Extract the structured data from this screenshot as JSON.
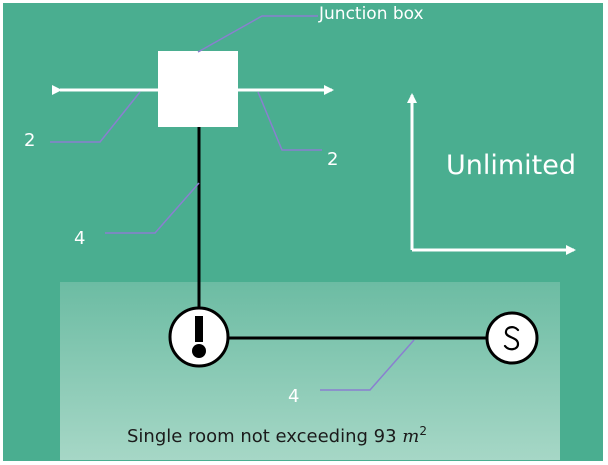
{
  "labels": {
    "junction_box": "Junction box",
    "left_conductors": "2",
    "right_conductors": "2",
    "vertical_conductors": "4",
    "horizontal_conductors": "4",
    "unlimited": "Unlimited"
  },
  "room": {
    "caption_text": "Single room not exceeding 93 ",
    "caption_unit": "m",
    "caption_exponent": "2"
  },
  "colors": {
    "background": "#4aae90",
    "room_fill_top": "#6cbca3",
    "room_fill_bottom": "#a6d7c6",
    "leader_line": "#8a7fd0",
    "wire": "#000000",
    "arrow": "#ffffff"
  },
  "icons": {
    "junction_box": "white-square",
    "thermostat": "thermometer-symbol",
    "outlet": "s-symbol"
  }
}
